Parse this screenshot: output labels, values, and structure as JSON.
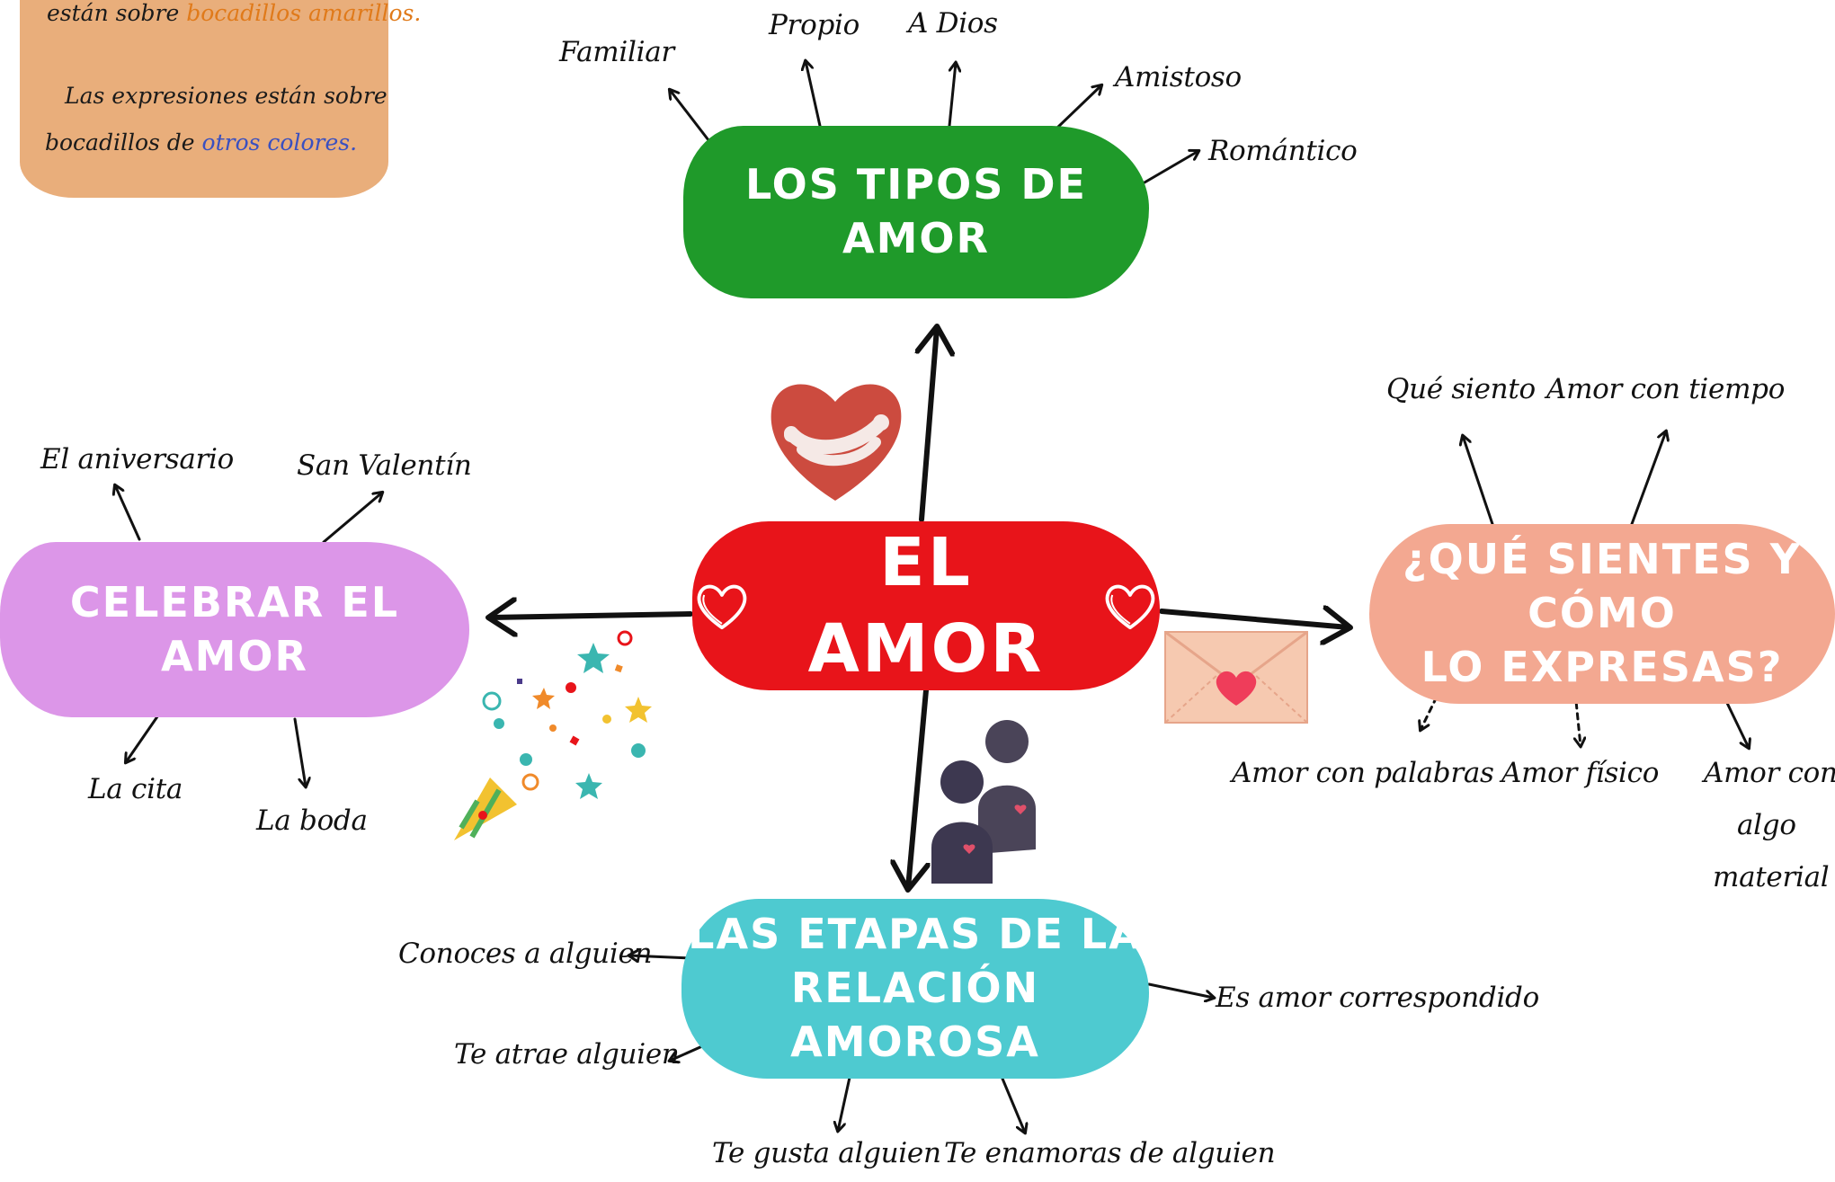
{
  "legend": {
    "line1_prefix": "están sobre",
    "line1_highlight": "bocadillos amarillos.",
    "line2": "Las expresiones están sobre",
    "line3_prefix": "bocadillos de",
    "line3_highlight": "otros colores."
  },
  "nodes": {
    "center": {
      "label": "EL AMOR",
      "color": "#e8141a"
    },
    "top": {
      "label": "LOS TIPOS DE AMOR",
      "color": "#1f9a2a"
    },
    "left": {
      "label": "CELEBRAR EL AMOR",
      "color": "#dc96e8"
    },
    "right": {
      "line1": "¿QUÉ SIENTES Y CÓMO",
      "line2": "LO EXPRESAS?",
      "color": "#f3a891"
    },
    "bottom": {
      "line1": "LAS ETAPAS DE LA",
      "line2": "RELACIÓN AMOROSA",
      "color": "#4ecad0"
    }
  },
  "branches": {
    "top": [
      "Familiar",
      "Propio",
      "A Dios",
      "Amistoso",
      "Romántico"
    ],
    "left": [
      "El aniversario",
      "San Valentín",
      "La cita",
      "La boda"
    ],
    "right": [
      "Qué siento",
      "Amor con tiempo",
      "Amor con palabras",
      "Amor físico"
    ],
    "right_multiline": {
      "line1": "Amor con",
      "line2": "algo",
      "line3": "material"
    },
    "bottom": [
      "Conoces a alguien",
      "Te atrae alguien",
      "Te gusta alguien",
      "Te enamoras de alguien",
      "Es amor correspondido"
    ]
  },
  "icons": [
    "hugging-heart-icon",
    "confetti-popper-icon",
    "love-letter-icon",
    "couple-silhouette-icon",
    "heart-outline-icon"
  ]
}
